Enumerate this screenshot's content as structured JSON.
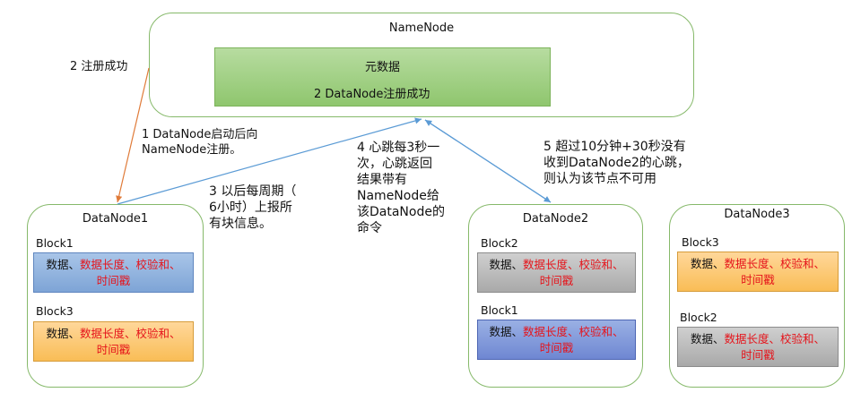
{
  "namenode": {
    "title": "NameNode",
    "metadata_label": "元数据",
    "register_text": "2 DataNode注册成功"
  },
  "datanodes": [
    {
      "title": "DataNode1",
      "blocks": [
        {
          "label": "Block1",
          "text_black": "数据、",
          "text_red": "数据长度、校验和、",
          "text_red2": "时间戳"
        },
        {
          "label": "Block3",
          "text_black": "数据、",
          "text_red": "数据长度、校验和、",
          "text_red2": "时间戳"
        }
      ]
    },
    {
      "title": "DataNode2",
      "blocks": [
        {
          "label": "Block2",
          "text_black": "数据、",
          "text_red": "数据长度、校验和、",
          "text_red2": "时间戳"
        },
        {
          "label": "Block1",
          "text_black": "数据、",
          "text_red": "数据长度、校验和、",
          "text_red2": "时间戳"
        }
      ]
    },
    {
      "title": "DataNode3",
      "blocks": [
        {
          "label": "Block3",
          "text_black": "数据、",
          "text_red": "数据长度、校验和、",
          "text_red2": "时间戳"
        },
        {
          "label": "Block2",
          "text_black": "数据、",
          "text_red": "数据长度、校验和、",
          "text_red2": "时间戳"
        }
      ]
    }
  ],
  "notes": {
    "register_success_left": "2 注册成功",
    "step1_line1": "1 DataNode启动后向",
    "step1_line2": "NameNode注册。",
    "step3_line1": "3 以后每周期（",
    "step3_line2": "6小时）上报所",
    "step3_line3": "有块信息。",
    "step4_line1": "4 心跳每3秒一",
    "step4_line2": "次，心跳返回",
    "step4_line3": "结果带有",
    "step4_line4": "NameNode给",
    "step4_line5": "该DataNode的",
    "step4_line6": "命令",
    "step5_line1": "5 超过10分钟+30秒没有",
    "step5_line2": "收到DataNode2的心跳，",
    "step5_line3": "则认为该节点不可用"
  },
  "colors": {
    "node_border": "#86b96a",
    "metadata_fill": "#9ccf7c",
    "red_text": "#e5141b",
    "arrow_orange": "#e07b39",
    "arrow_blue": "#5b9bd5"
  }
}
